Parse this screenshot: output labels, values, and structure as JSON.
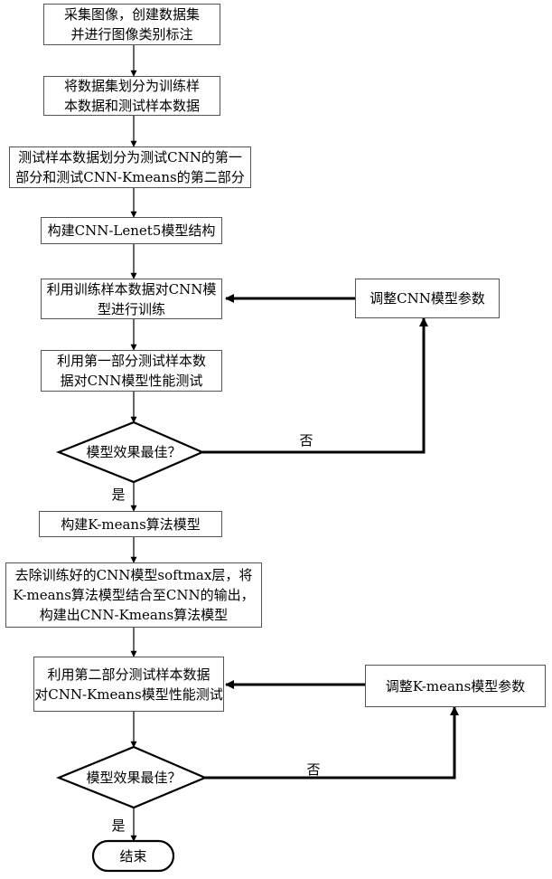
{
  "steps": {
    "s1": "采集图像，创建数据集\n并进行图像类别标注",
    "s2": "将数据集划分为训练样\n本数据和测试样本数据",
    "s3": "测试样本数据划分为测试CNN的第一\n部分和测试CNN-Kmeans的第二部分",
    "s4": "构建CNN-Lenet5模型结构",
    "s5": "利用训练样本数据对CNN模\n型进行训练",
    "s6": "利用第一部分测试样本数\n据对CNN模型性能测试",
    "s7": "构建K-means算法模型",
    "s8": "去除训练好的CNN模型softmax层，将\nK-means算法模型结合至CNN的输出，\n构建出CNN-Kmeans算法模型",
    "s9": "利用第二部分测试样本数据\n对CNN-Kmeans模型性能测试",
    "adjust_cnn": "调整CNN模型参数",
    "adjust_kmeans": "调整K-means模型参数",
    "end": "结束"
  },
  "decisions": {
    "d1": "模型效果最佳？",
    "d2": "模型效果最佳？"
  },
  "edge_labels": {
    "yes1": "是",
    "no1": "否",
    "yes2": "是",
    "no2": "否"
  }
}
